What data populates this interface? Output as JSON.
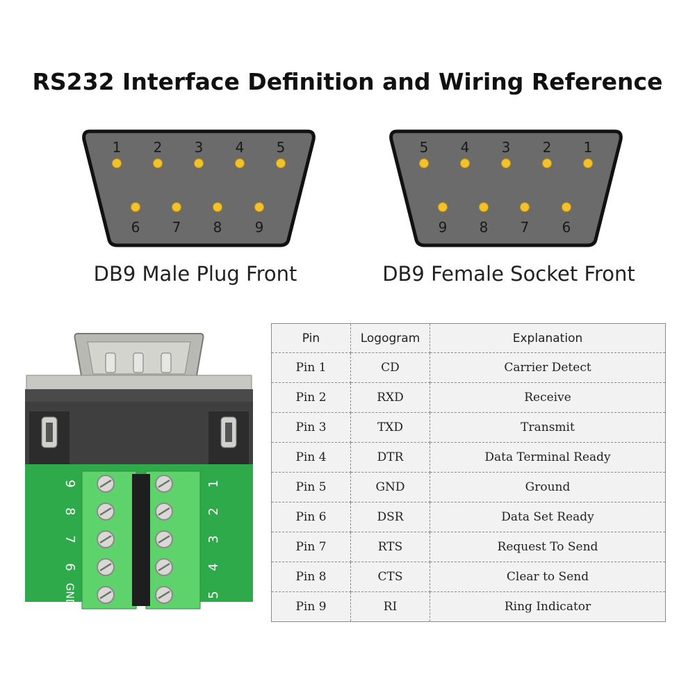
{
  "title": "RS232 Interface Definition and Wiring Reference",
  "male": {
    "caption": "DB9 Male Plug Front",
    "top_pins": [
      "1",
      "2",
      "3",
      "4",
      "5"
    ],
    "bottom_pins": [
      "6",
      "7",
      "8",
      "9"
    ]
  },
  "female": {
    "caption": "DB9 Female Socket Front",
    "top_pins": [
      "5",
      "4",
      "3",
      "2",
      "1"
    ],
    "bottom_pins": [
      "9",
      "8",
      "7",
      "6"
    ]
  },
  "board": {
    "left_labels": [
      "9",
      "8",
      "7",
      "6",
      "GND"
    ],
    "right_labels": [
      "1",
      "2",
      "3",
      "4",
      "5"
    ]
  },
  "table": {
    "headers": [
      "Pin",
      "Logogram",
      "Explanation"
    ],
    "rows": [
      {
        "pin": "Pin 1",
        "logo": "CD",
        "exp": "Carrier Detect"
      },
      {
        "pin": "Pin 2",
        "logo": "RXD",
        "exp": "Receive"
      },
      {
        "pin": "Pin 3",
        "logo": "TXD",
        "exp": "Transmit"
      },
      {
        "pin": "Pin 4",
        "logo": "DTR",
        "exp": "Data Terminal Ready"
      },
      {
        "pin": "Pin 5",
        "logo": "GND",
        "exp": "Ground"
      },
      {
        "pin": "Pin 6",
        "logo": "DSR",
        "exp": "Data Set Ready"
      },
      {
        "pin": "Pin 7",
        "logo": "RTS",
        "exp": "Request To Send"
      },
      {
        "pin": "Pin 8",
        "logo": "CTS",
        "exp": "Clear to Send"
      },
      {
        "pin": "Pin 9",
        "logo": "RI",
        "exp": "Ring Indicator"
      }
    ]
  },
  "colors": {
    "connector_fill": "#6b6b6b",
    "pin_dot": "#f2c12e",
    "board_green": "#2faa4a",
    "terminal_green": "#5fd36b"
  }
}
